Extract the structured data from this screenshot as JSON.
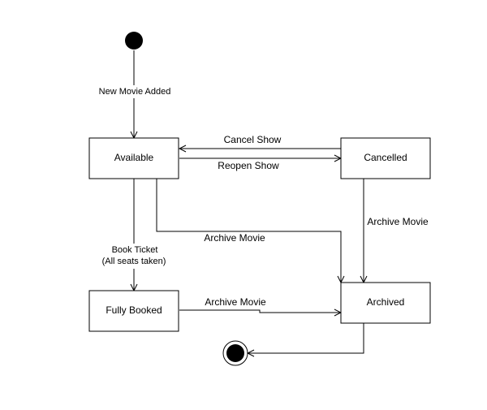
{
  "diagram": {
    "states": {
      "available": "Available",
      "cancelled": "Cancelled",
      "fully_booked": "Fully Booked",
      "archived": "Archived"
    },
    "transitions": {
      "new_movie_added": "New Movie Added",
      "cancel_show": "Cancel Show",
      "reopen_show": "Reopen Show",
      "archive_movie_from_cancelled": "Archive Movie",
      "archive_movie_from_available": "Archive Movie",
      "archive_movie_from_fully_booked": "Archive Movie",
      "book_ticket_line1": "Book Ticket",
      "book_ticket_line2": "(All seats taken)"
    }
  }
}
